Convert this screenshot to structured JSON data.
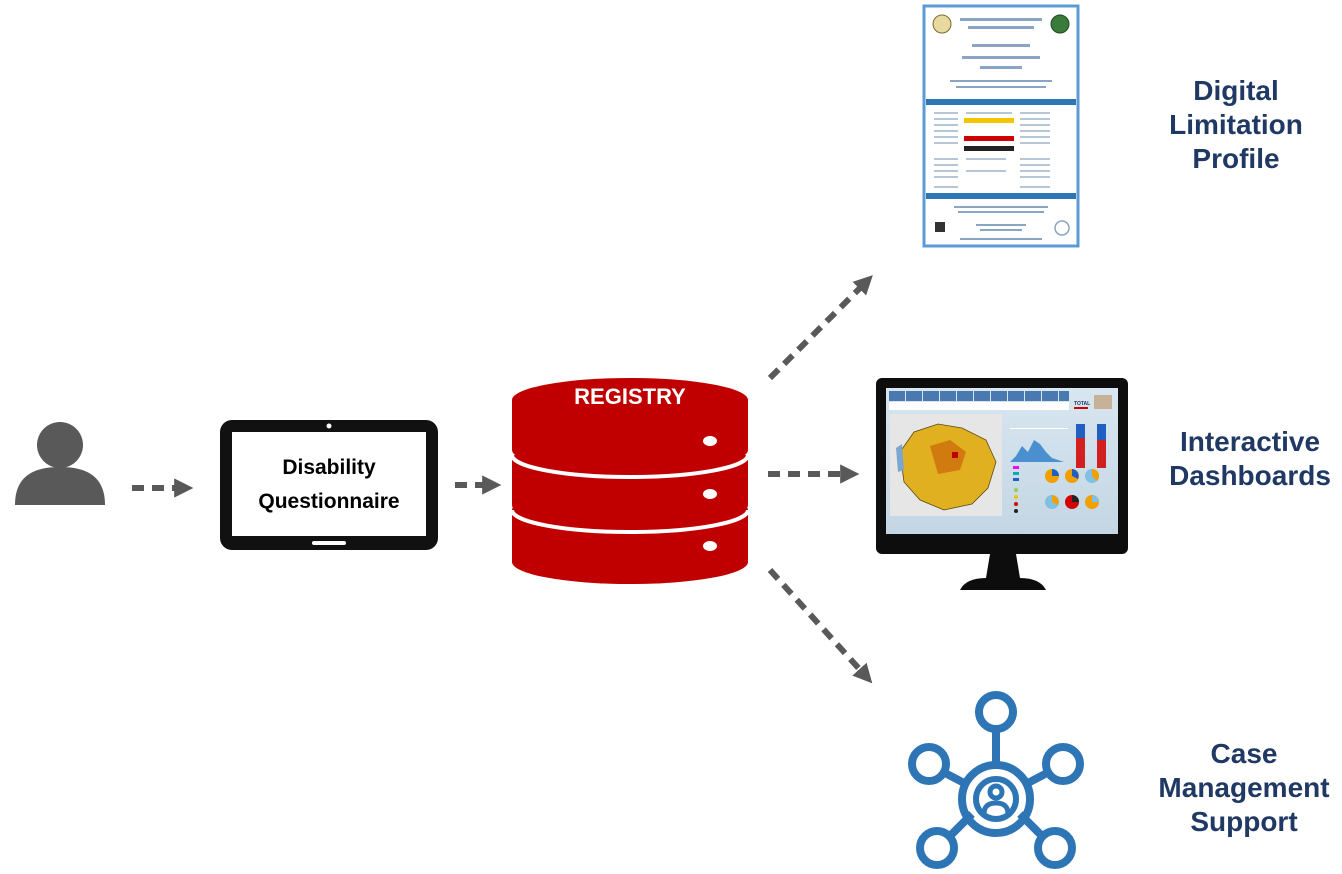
{
  "tablet": {
    "text_line1": "Disability",
    "text_line2": "Questionnaire"
  },
  "registry": {
    "label": "REGISTRY"
  },
  "outputs": {
    "profile": {
      "line1": "Digital",
      "line2": "Limitation",
      "line3": "Profile"
    },
    "dashboards": {
      "line1": "Interactive",
      "line2": "Dashboards"
    },
    "case": {
      "line1": "Case",
      "line2": "Management",
      "line3": "Support"
    }
  },
  "dashboard_mock": {
    "total_label": "TOTAL"
  },
  "colors": {
    "arrow": "#595959",
    "registry_red": "#C00000",
    "label_navy": "#1F3864",
    "network_blue": "#2E75B6",
    "person_gray": "#595959"
  }
}
